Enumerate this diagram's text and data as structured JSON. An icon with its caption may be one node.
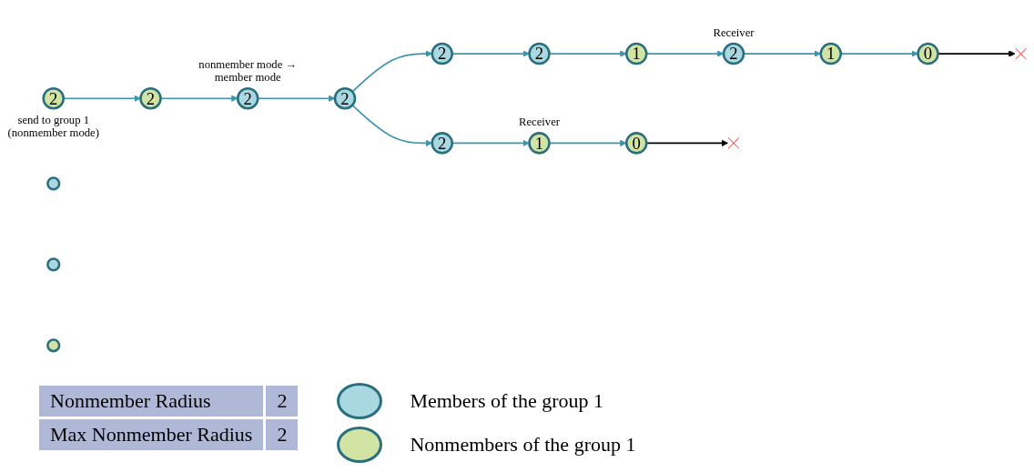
{
  "diagram": {
    "nodes": [
      {
        "text": [
          "2"
        ]
      },
      {
        "text": [
          "2"
        ],
        "beside": [
          "nonmember mode → member mode"
        ]
      },
      {
        "text": [
          "2"
        ]
      },
      {
        "text": [
          "2"
        ]
      },
      {
        "text": [
          "1"
        ],
        "beside": [
          "Receiver"
        ]
      },
      {
        "text": [
          "0"
        ]
      },
      {
        "text": [
          "2"
        ],
        "beside": [
          "send to group 1 (nonmember mode)"
        ]
      },
      {
        "text": [
          "2"
        ]
      },
      {
        "text": [
          "2"
        ]
      },
      {
        "text": [
          "1"
        ]
      },
      {
        "text": [
          "2"
        ],
        "beside": [
          "Receiver"
        ]
      },
      {
        "text": [
          "1"
        ]
      },
      {
        "text": [
          "0"
        ]
      },
      {
        "text": [],
        "shape": "circle"
      },
      {
        "text": [],
        "shape": "circle"
      },
      {
        "text": [],
        "shape": "circle"
      },
      {
        "text": [],
        "shape": "cross"
      },
      {
        "text": [],
        "shape": "cross"
      }
    ],
    "edges": [
      {
        "from": 6,
        "to": 0,
        "arrow": "to"
      },
      {
        "from": 0,
        "to": 1,
        "arrow": "to"
      },
      {
        "from": 1,
        "to": 2,
        "arrow": "to"
      },
      {
        "from": 2,
        "to": 3,
        "arrow": "to"
      },
      {
        "from": 3,
        "to": 4,
        "arrow": "to"
      },
      {
        "from": 4,
        "to": 5,
        "arrow": "to"
      },
      {
        "from": 5,
        "to": 16,
        "arrow": "to",
        "color": "#000000"
      },
      {
        "from": 2,
        "to": 7,
        "arrow": "to"
      },
      {
        "from": 7,
        "to": 8,
        "arrow": "to"
      },
      {
        "from": 8,
        "to": 9,
        "arrow": "to"
      },
      {
        "from": 9,
        "to": 10,
        "arrow": "to"
      },
      {
        "from": 10,
        "to": 11,
        "arrow": "to"
      },
      {
        "from": 11,
        "to": 12,
        "arrow": "to"
      },
      {
        "from": 12,
        "to": 17,
        "arrow": "to",
        "color": "#000000"
      }
    ],
    "labels": [
      "Nonmember Radius",
      "2",
      "Max Nonmember Radius",
      "2"
    ],
    "legend": [
      {
        "text": "Members of the group 1",
        "color": "#aad8e0"
      },
      {
        "text": "Nonmembers of the group 1",
        "color": "#d2e4a4"
      }
    ]
  }
}
